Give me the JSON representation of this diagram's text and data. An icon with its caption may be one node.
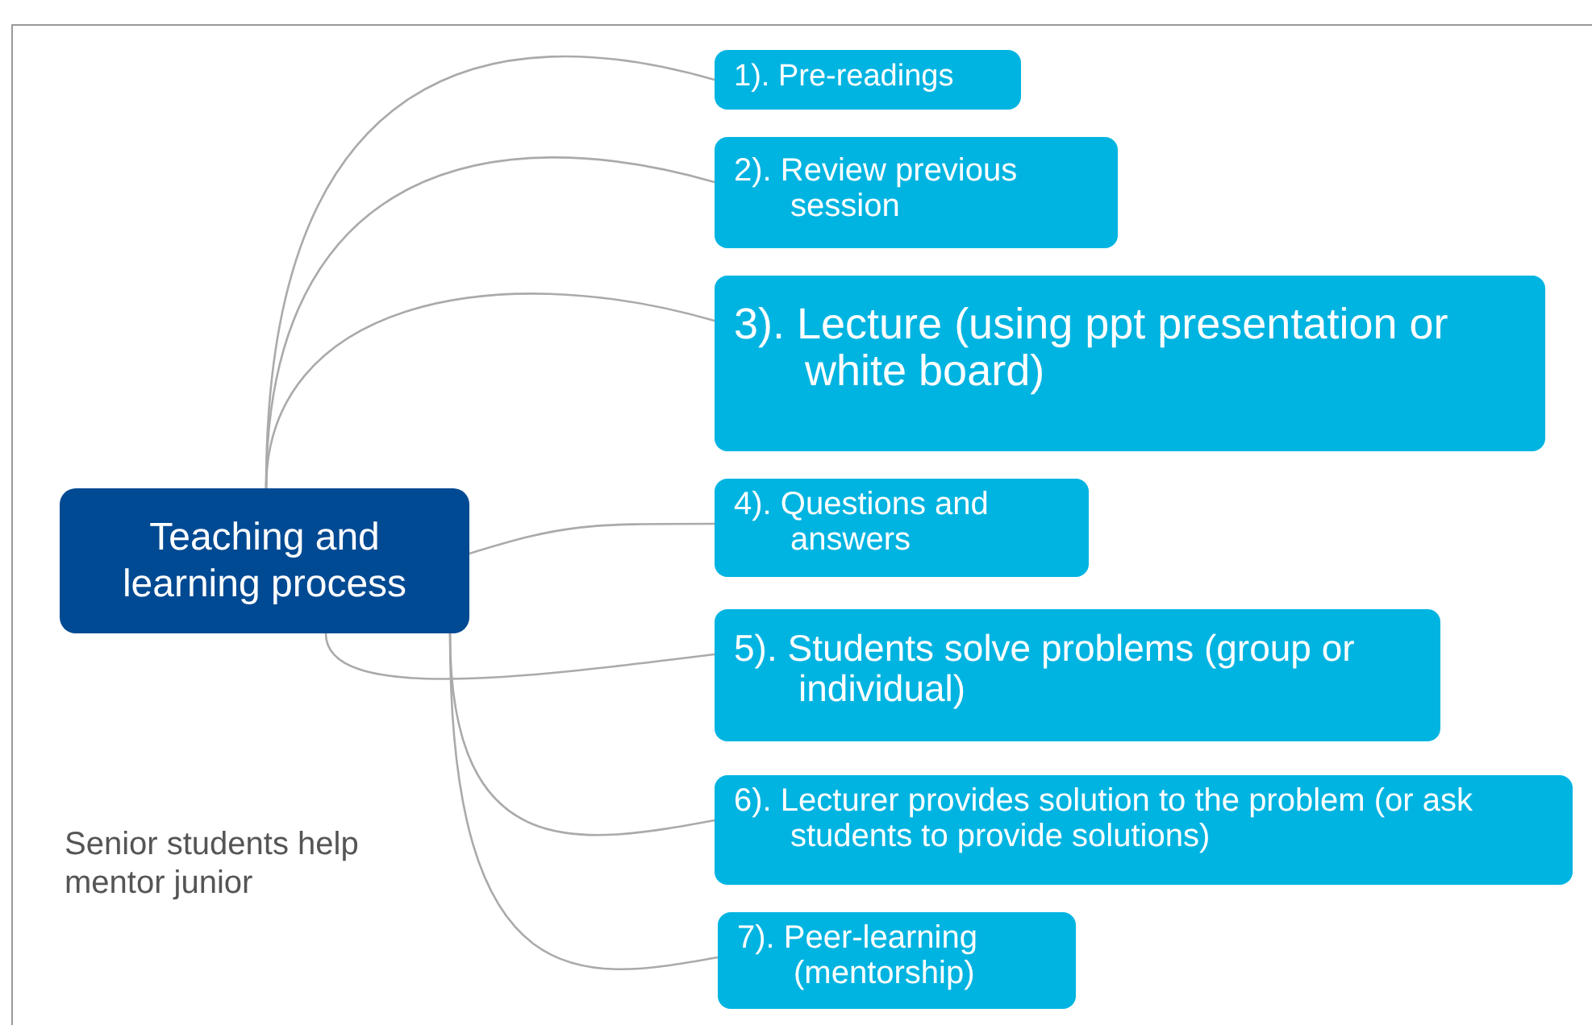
{
  "diagram": {
    "nodes": [
      {
        "text": [
          "Teaching and learning process"
        ]
      },
      {
        "text": [
          "1). Pre-readings"
        ]
      },
      {
        "text": [
          "2). Review previous session"
        ]
      },
      {
        "text": [
          "3). Lecture (using ppt presentation or white board)"
        ]
      },
      {
        "text": [
          "4). Questions and answers"
        ]
      },
      {
        "text": [
          "5). Students solve problems (group or individual)"
        ]
      },
      {
        "text": [
          "6). Lecturer provides solution to the problem (or ask students to provide solutions)"
        ]
      },
      {
        "text": [
          "7). Peer-learning (mentorship)"
        ]
      }
    ],
    "edges": [
      {
        "from": 0,
        "to": 1,
        "arrow": "none"
      },
      {
        "from": 0,
        "to": 2,
        "arrow": "none"
      },
      {
        "from": 0,
        "to": 3,
        "arrow": "none"
      },
      {
        "from": 0,
        "to": 4,
        "arrow": "none"
      },
      {
        "from": 0,
        "to": 5,
        "arrow": "none"
      },
      {
        "from": 0,
        "to": 6,
        "arrow": "none"
      },
      {
        "from": 0,
        "to": 7,
        "arrow": "none"
      }
    ],
    "labels": [
      "Senior students help mentor junior"
    ]
  }
}
